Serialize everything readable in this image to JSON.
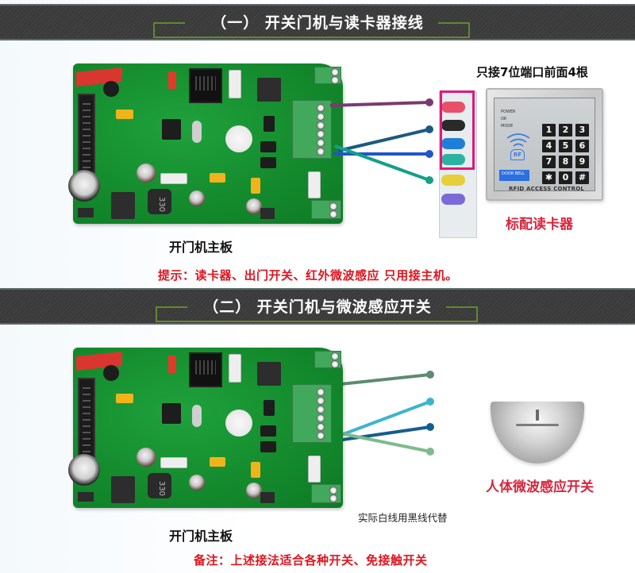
{
  "section1": {
    "title": "（一） 开关门机与读卡器接线",
    "board_label": "开门机主板",
    "reader_note": "只接7位端口前面4根",
    "reader_label": "标配读卡器",
    "tip": "提示：读卡器、出门开关、红外微波感应 只用接主机。",
    "reader": {
      "leds": [
        "POWER",
        "OK",
        "MODE"
      ],
      "keys": [
        "1",
        "2",
        "3",
        "4",
        "5",
        "6",
        "7",
        "8",
        "9",
        "✱",
        "0",
        "#"
      ],
      "rf_label": "RF",
      "doorbell_label": "DOOR BELL",
      "caption": "RFID ACCESS CONTROL"
    },
    "wire_colors": [
      "#7a3a70",
      "#1c5a80",
      "#1f56c8",
      "#13a08a"
    ]
  },
  "section2": {
    "title": "（二） 开关门机与微波感应开关",
    "board_label": "开门机主板",
    "sensor_label": "人体微波感应开关",
    "wire_note": "实际白线用黑线代替",
    "remark": "备注：上述接法适合各种开关、免接触开关",
    "wire_colors": [
      "#5d8c70",
      "#3eb4cc",
      "#155e8c",
      "#7dbb8c"
    ]
  },
  "colors": {
    "bar_bg": "#3d3d3d",
    "frame_green": "#5e8a2e",
    "note_red": "#e0141e",
    "label_red": "#d8243c",
    "highlight_pink": "#e0197a"
  }
}
